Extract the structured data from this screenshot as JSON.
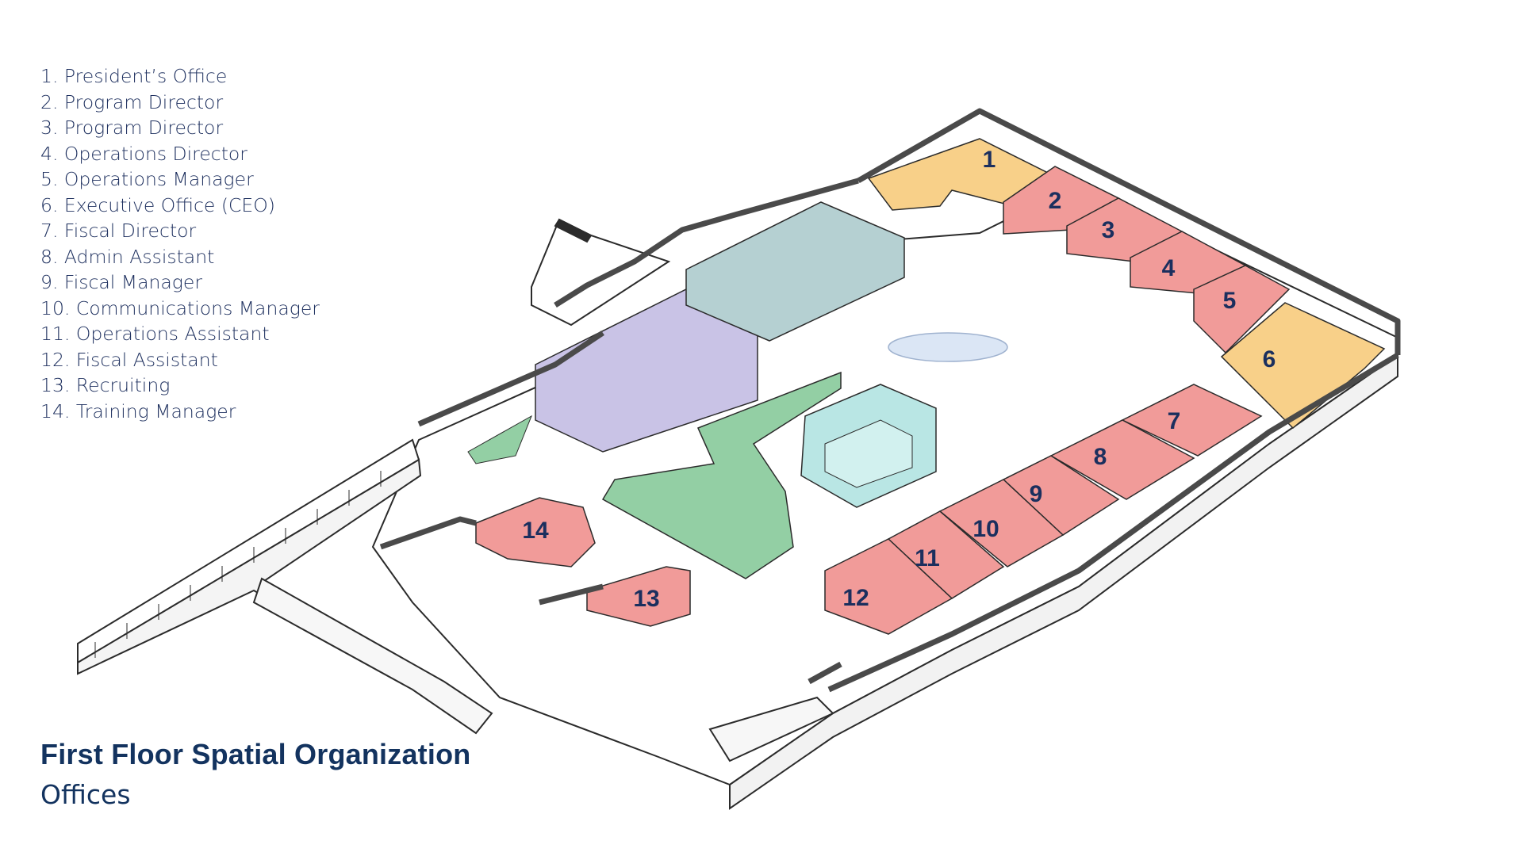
{
  "legend": {
    "items": [
      "1. President’s Office",
      "2. Program Director",
      "3. Program Director",
      "4. Operations Director",
      "5. Operations Manager",
      "6. Executive Office (CEO)",
      "7. Fiscal Director",
      "8. Admin Assistant",
      "9. Fiscal Manager",
      "10. Communications Manager",
      "11. Operations Assistant",
      "12. Fiscal Assistant",
      "13. Recruiting",
      "14. Training Manager"
    ]
  },
  "title": "First Floor Spatial Organization",
  "subtitle": "Offices",
  "rooms": {
    "r1": "1",
    "r2": "2",
    "r3": "3",
    "r4": "4",
    "r5": "5",
    "r6": "6",
    "r7": "7",
    "r8": "8",
    "r9": "9",
    "r10": "10",
    "r11": "11",
    "r12": "12",
    "r13": "13",
    "r14": "14"
  },
  "colors": {
    "executive": "#f8d089",
    "office": "#f19b99",
    "conference": "#c9c3e6",
    "support": "#b5d0d2",
    "stair": "#93cfa4",
    "lounge": "#b9e6e4",
    "outline": "#2b2b2b",
    "wall": "#ffffff"
  }
}
